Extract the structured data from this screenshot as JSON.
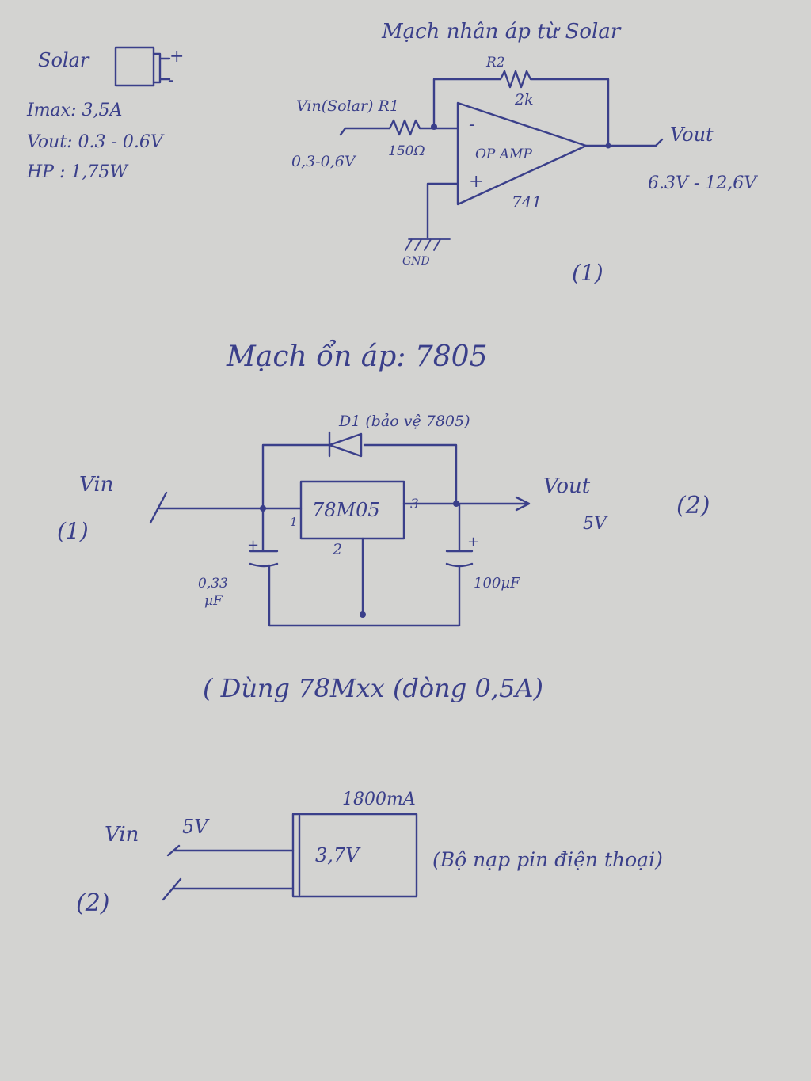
{
  "colors": {
    "paper": "#d3d3d1",
    "ink": "#3a3f8a"
  },
  "solar_specs": {
    "title": "Solar",
    "plus": "+",
    "minus": "-",
    "imax": "Imax: 3,5A",
    "vout": "Vout: 0.3 - 0.6V",
    "power": "HP : 1,75W"
  },
  "amp_circuit": {
    "title": "Mạch nhân áp từ Solar",
    "r2_label": "R2",
    "r2_value": "2k",
    "vin_label": "Vin(Solar) R1",
    "vin_range": "0,3-0,6V",
    "r1_value": "150Ω",
    "minus": "-",
    "plus": "+",
    "opamp_label": "OP AMP",
    "opamp_model": "741",
    "ground": "GND",
    "vout_label": "Vout",
    "vout_range": "6.3V - 12,6V",
    "number": "(1)"
  },
  "regulator_circuit": {
    "title": "Mạch ổn áp: 7805",
    "diode_label": "D1 (bảo vệ 7805)",
    "vin_label": "Vin",
    "vin_ref": "(1)",
    "ic_label": "78M05",
    "pin1": "1",
    "pin2": "2",
    "pin3": "3",
    "vout_label": "Vout",
    "vout_value": "5V",
    "number": "(2)",
    "c1_plus": "+",
    "c1_value": "0,33",
    "c1_unit": "µF",
    "c2_plus": "+",
    "c2_value": "100µF"
  },
  "note": "( Dùng 78Mxx (dòng 0,5A)",
  "charger": {
    "capacity": "1800mA",
    "vin_label": "Vin",
    "vin_value": "5V",
    "vin_ref": "(2)",
    "battery_voltage": "3,7V",
    "note": "(Bộ nạp pin điện thoại)"
  }
}
